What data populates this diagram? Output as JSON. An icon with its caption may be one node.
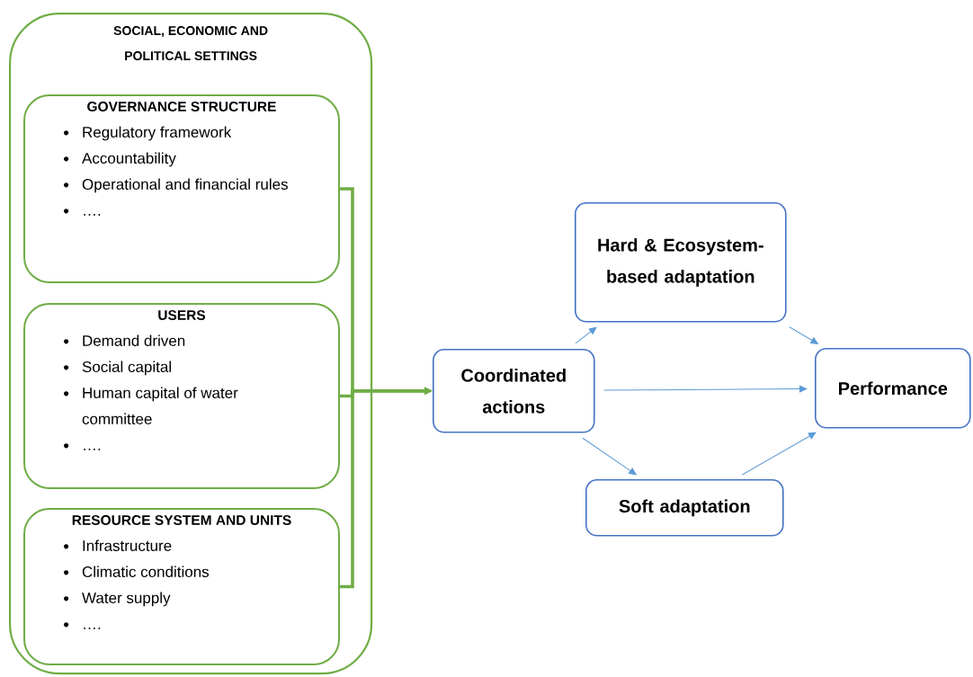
{
  "diagram": {
    "nodes": [
      {
        "text": [
          "SOCIAL, ECONOMIC AND POLITICAL SETTINGS"
        ]
      },
      {
        "text": [
          "GOVERNANCE STRUCTURE",
          "Regulatory framework",
          "Accountability",
          "Operational and financial rules",
          "…."
        ],
        "in": 0
      },
      {
        "text": [
          "USERS",
          "Demand driven",
          "Social capital",
          "Human capital of water committee",
          "…."
        ],
        "in": 0
      },
      {
        "text": [
          "RESOURCE SYSTEM AND UNITS",
          "Infrastructure",
          "Climatic conditions",
          "Water supply",
          "…."
        ],
        "in": 0
      },
      {
        "text": [
          "Coordinated actions"
        ]
      },
      {
        "text": [
          "Hard & Ecosystem-based adaptation"
        ]
      },
      {
        "text": [
          "Performance"
        ]
      },
      {
        "text": [
          "Soft adaptation"
        ]
      }
    ],
    "edges": [
      {
        "from": 1,
        "to": 4,
        "arrow": "to",
        "style": "thick",
        "color": "#70ad47"
      },
      {
        "from": 2,
        "to": 4,
        "arrow": "to",
        "style": "thick",
        "color": "#70ad47"
      },
      {
        "from": 3,
        "to": 4,
        "arrow": "to",
        "style": "thick",
        "color": "#70ad47"
      },
      {
        "from": 4,
        "to": 5,
        "arrow": "to"
      },
      {
        "from": 4,
        "to": 6,
        "arrow": "to"
      },
      {
        "from": 4,
        "to": 7,
        "arrow": "to"
      },
      {
        "from": 5,
        "to": 6,
        "arrow": "to"
      },
      {
        "from": 7,
        "to": 6,
        "arrow": "to"
      }
    ]
  }
}
